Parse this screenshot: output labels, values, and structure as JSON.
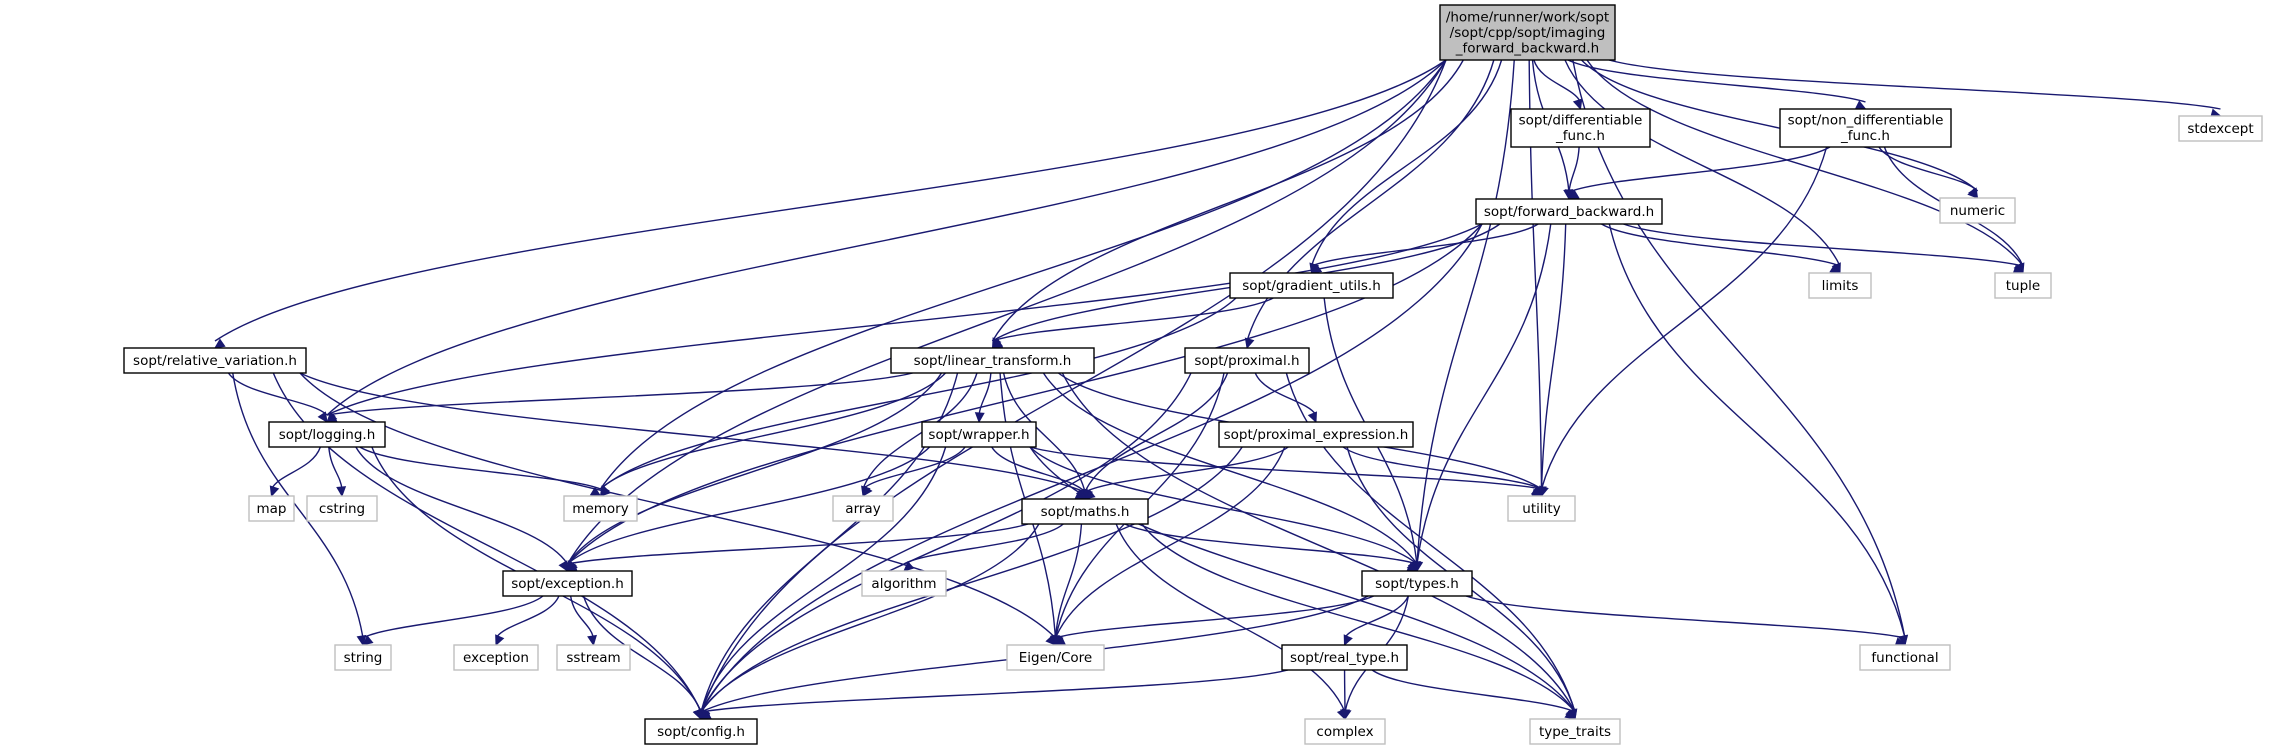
{
  "nodes": [
    {
      "id": "root",
      "kind": "root",
      "lines": [
        "/home/runner/work/sopt",
        "/sopt/cpp/sopt/imaging",
        "_forward_backward.h"
      ]
    },
    {
      "id": "stdexcept",
      "kind": "sys",
      "lines": [
        "stdexcept"
      ]
    },
    {
      "id": "diff",
      "kind": "local",
      "lines": [
        "sopt/differentiable",
        "_func.h"
      ]
    },
    {
      "id": "nondiff",
      "kind": "local",
      "lines": [
        "sopt/non_differentiable",
        "_func.h"
      ]
    },
    {
      "id": "numeric",
      "kind": "sys",
      "lines": [
        "numeric"
      ]
    },
    {
      "id": "fb",
      "kind": "local",
      "lines": [
        "sopt/forward_backward.h"
      ]
    },
    {
      "id": "tuple",
      "kind": "sys",
      "lines": [
        "tuple"
      ]
    },
    {
      "id": "limits",
      "kind": "sys",
      "lines": [
        "limits"
      ]
    },
    {
      "id": "grad",
      "kind": "local",
      "lines": [
        "sopt/gradient_utils.h"
      ]
    },
    {
      "id": "relvar",
      "kind": "local",
      "lines": [
        "sopt/relative_variation.h"
      ]
    },
    {
      "id": "lintrans",
      "kind": "local",
      "lines": [
        "sopt/linear_transform.h"
      ]
    },
    {
      "id": "prox",
      "kind": "local",
      "lines": [
        "sopt/proximal.h"
      ]
    },
    {
      "id": "logging",
      "kind": "local",
      "lines": [
        "sopt/logging.h"
      ]
    },
    {
      "id": "wrapper",
      "kind": "local",
      "lines": [
        "sopt/wrapper.h"
      ]
    },
    {
      "id": "proxexpr",
      "kind": "local",
      "lines": [
        "sopt/proximal_expression.h"
      ]
    },
    {
      "id": "map",
      "kind": "sys",
      "lines": [
        "map"
      ]
    },
    {
      "id": "cstring",
      "kind": "sys",
      "lines": [
        "cstring"
      ]
    },
    {
      "id": "memory",
      "kind": "sys",
      "lines": [
        "memory"
      ]
    },
    {
      "id": "array",
      "kind": "sys",
      "lines": [
        "array"
      ]
    },
    {
      "id": "maths",
      "kind": "local",
      "lines": [
        "sopt/maths.h"
      ]
    },
    {
      "id": "utility",
      "kind": "sys",
      "lines": [
        "utility"
      ]
    },
    {
      "id": "exception_h",
      "kind": "local",
      "lines": [
        "sopt/exception.h"
      ]
    },
    {
      "id": "algorithm",
      "kind": "sys",
      "lines": [
        "algorithm"
      ]
    },
    {
      "id": "types",
      "kind": "local",
      "lines": [
        "sopt/types.h"
      ]
    },
    {
      "id": "string",
      "kind": "sys",
      "lines": [
        "string"
      ]
    },
    {
      "id": "exception",
      "kind": "sys",
      "lines": [
        "exception"
      ]
    },
    {
      "id": "sstream",
      "kind": "sys",
      "lines": [
        "sstream"
      ]
    },
    {
      "id": "eigen",
      "kind": "sys",
      "lines": [
        "Eigen/Core"
      ]
    },
    {
      "id": "functional",
      "kind": "sys",
      "lines": [
        "functional"
      ]
    },
    {
      "id": "realtype",
      "kind": "local",
      "lines": [
        "sopt/real_type.h"
      ]
    },
    {
      "id": "config",
      "kind": "local",
      "lines": [
        "sopt/config.h"
      ]
    },
    {
      "id": "complex",
      "kind": "sys",
      "lines": [
        "complex"
      ]
    },
    {
      "id": "typetraits",
      "kind": "sys",
      "lines": [
        "type_traits"
      ]
    }
  ],
  "edges": [
    [
      "root",
      "stdexcept"
    ],
    [
      "root",
      "diff"
    ],
    [
      "root",
      "nondiff"
    ],
    [
      "root",
      "numeric"
    ],
    [
      "root",
      "fb"
    ],
    [
      "root",
      "tuple"
    ],
    [
      "root",
      "limits"
    ],
    [
      "root",
      "grad"
    ],
    [
      "root",
      "relvar"
    ],
    [
      "root",
      "lintrans"
    ],
    [
      "root",
      "prox"
    ],
    [
      "root",
      "logging"
    ],
    [
      "root",
      "memory"
    ],
    [
      "root",
      "utility"
    ],
    [
      "root",
      "exception_h"
    ],
    [
      "root",
      "types"
    ],
    [
      "root",
      "functional"
    ],
    [
      "root",
      "config"
    ],
    [
      "diff",
      "fb"
    ],
    [
      "nondiff",
      "fb"
    ],
    [
      "nondiff",
      "numeric"
    ],
    [
      "nondiff",
      "tuple"
    ],
    [
      "nondiff",
      "utility"
    ],
    [
      "fb",
      "grad"
    ],
    [
      "fb",
      "lintrans"
    ],
    [
      "fb",
      "logging"
    ],
    [
      "fb",
      "exception_h"
    ],
    [
      "fb",
      "limits"
    ],
    [
      "fb",
      "tuple"
    ],
    [
      "fb",
      "utility"
    ],
    [
      "fb",
      "types"
    ],
    [
      "fb",
      "functional"
    ],
    [
      "fb",
      "config"
    ],
    [
      "grad",
      "lintrans"
    ],
    [
      "grad",
      "memory"
    ],
    [
      "grad",
      "types"
    ],
    [
      "relvar",
      "logging"
    ],
    [
      "relvar",
      "maths"
    ],
    [
      "relvar",
      "string"
    ],
    [
      "relvar",
      "eigen"
    ],
    [
      "relvar",
      "config"
    ],
    [
      "lintrans",
      "logging"
    ],
    [
      "lintrans",
      "wrapper"
    ],
    [
      "lintrans",
      "maths"
    ],
    [
      "lintrans",
      "memory"
    ],
    [
      "lintrans",
      "array"
    ],
    [
      "lintrans",
      "utility"
    ],
    [
      "lintrans",
      "exception_h"
    ],
    [
      "lintrans",
      "types"
    ],
    [
      "lintrans",
      "eigen"
    ],
    [
      "lintrans",
      "typetraits"
    ],
    [
      "lintrans",
      "config"
    ],
    [
      "prox",
      "proxexpr"
    ],
    [
      "prox",
      "maths"
    ],
    [
      "prox",
      "eigen"
    ],
    [
      "prox",
      "typetraits"
    ],
    [
      "prox",
      "config"
    ],
    [
      "logging",
      "map"
    ],
    [
      "logging",
      "cstring"
    ],
    [
      "logging",
      "memory"
    ],
    [
      "logging",
      "exception_h"
    ],
    [
      "logging",
      "config"
    ],
    [
      "wrapper",
      "array"
    ],
    [
      "wrapper",
      "maths"
    ],
    [
      "wrapper",
      "utility"
    ],
    [
      "wrapper",
      "exception_h"
    ],
    [
      "wrapper",
      "types"
    ],
    [
      "wrapper",
      "typetraits"
    ],
    [
      "wrapper",
      "config"
    ],
    [
      "proxexpr",
      "maths"
    ],
    [
      "proxexpr",
      "utility"
    ],
    [
      "proxexpr",
      "eigen"
    ],
    [
      "proxexpr",
      "typetraits"
    ],
    [
      "proxexpr",
      "config"
    ],
    [
      "maths",
      "algorithm"
    ],
    [
      "maths",
      "exception_h"
    ],
    [
      "maths",
      "types"
    ],
    [
      "maths",
      "eigen"
    ],
    [
      "maths",
      "complex"
    ],
    [
      "maths",
      "typetraits"
    ],
    [
      "maths",
      "config"
    ],
    [
      "exception_h",
      "string"
    ],
    [
      "exception_h",
      "exception"
    ],
    [
      "exception_h",
      "sstream"
    ],
    [
      "exception_h",
      "config"
    ],
    [
      "types",
      "realtype"
    ],
    [
      "types",
      "eigen"
    ],
    [
      "types",
      "functional"
    ],
    [
      "types",
      "complex"
    ],
    [
      "types",
      "config"
    ],
    [
      "realtype",
      "complex"
    ],
    [
      "realtype",
      "typetraits"
    ],
    [
      "realtype",
      "config"
    ]
  ],
  "colors": {
    "edge": "#191970",
    "local_border": "#000000",
    "system_border": "#bfbfbf",
    "root_fill": "#bfbfbf"
  }
}
